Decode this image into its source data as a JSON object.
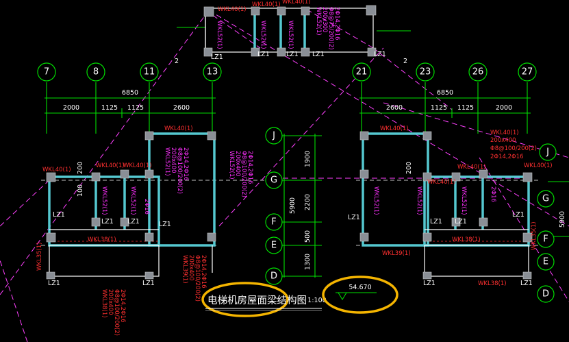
{
  "drawing": {
    "title": "电梯机房屋面梁结构图",
    "scale": "1:100",
    "elevation": "54.670",
    "highlight_color": "#f4b400",
    "axis_color": "#00e000",
    "beam_label_color": "#ff3030",
    "beam_label_color_2": "#ff30ff",
    "structure_color": "#55c8d0"
  },
  "axes": {
    "top_left": [
      "7",
      "8",
      "11",
      "13"
    ],
    "top_right": [
      "21",
      "23",
      "26",
      "27"
    ],
    "center_vertical": [
      "J",
      "G",
      "F",
      "E",
      "D"
    ],
    "right_vertical": [
      "J",
      "G",
      "F",
      "E",
      "D"
    ]
  },
  "dimensions": {
    "left_total": "6850",
    "left_segments": [
      "2000",
      "1125",
      "1125",
      "2600"
    ],
    "right_total": "6850",
    "right_segments": [
      "2600",
      "1125",
      "1125",
      "2000"
    ],
    "vertical_segments": [
      "1900",
      "2200",
      "500",
      "1300"
    ],
    "vertical_total": "5900",
    "right_total_vertical": "5900",
    "room_dims": [
      "200",
      "200",
      "100"
    ],
    "span_numbers": [
      "2",
      "2"
    ]
  },
  "beams": {
    "wkl40_top_a": "WKL40(1)",
    "wkl40_top_b": "WKL40(1)",
    "wkl40_top_c": "WKL40(1)",
    "wkl40_left": "WKL40(1)",
    "wkl40_left_b": "WKL40(1)",
    "wkl40_right_top": "WKL40(1)",
    "wkl40_right_b": "WKL40(1)",
    "wkl40_mid_left": "WKL40(1)",
    "wkl40_mid_right": "WKL40(1)",
    "wkl40_far_left": "WKL40(1)",
    "wkl40_right_d": "WKL40(1)",
    "wkl40_right_spec": [
      "WKL40(1)",
      "200x400",
      "Φ8@100/200(2)",
      "2Φ14,2Φ16"
    ],
    "wkl38_left": "WKL38(1)",
    "wkl38_right": "WKL38(1)",
    "wkl38_right_b": "WKL38(1)",
    "wkl38_bottom_spec": [
      "WKL38(1)",
      "200x400",
      "Φ8@100/200(2)",
      "2Φ14,2Φ16"
    ],
    "wkl39_left_spec": [
      "WKL39(1)",
      "200x400",
      "Φ8@100/200(2)",
      "2Φ14,2Φ16"
    ],
    "wkl39_right": "WKL39(1)",
    "wkl35_left": "WKL35(1)",
    "wkl35_right": "WKL35(1)",
    "wkl52_top_a": "WKL52(1)",
    "wkl52_top_b": "WKL52(1)",
    "wkl52_top_c": "WKL52(1)",
    "wkl52_top_spec": [
      "WKL52(1)",
      "200x300",
      "Φ8@75/200(2)",
      "2Φ14,2Φ16"
    ],
    "wkl52_left_a": "WKL52(1)",
    "wkl52_left_b": "WKL52(1)",
    "wkl52_left_c": "WKL52(1)",
    "wkl52_left_spec": [
      "WKL52(1)",
      "200x400",
      "Φ8@100/200(2)",
      "2Φ14,2Φ16"
    ],
    "wkl52_right_a": "WKL52(1)",
    "wkl52_right_b": "WKL52(1)",
    "wkl52_right_c": "WKL52(1)",
    "wkl52_mid_spec": [
      "WKL52(1)",
      "200x400",
      "Φ8@100/200(2)",
      "2Φ14,2Φ16"
    ],
    "small_spec_a": "2Φ16",
    "small_spec_b": "2Φ16"
  },
  "columns": {
    "label": "LZ1"
  }
}
